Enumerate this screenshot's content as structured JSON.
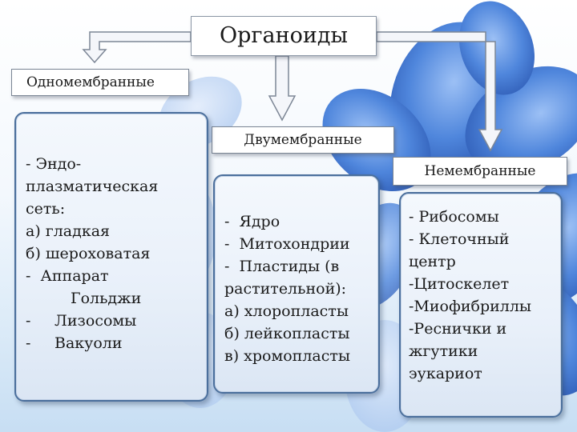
{
  "title": "Органоиды",
  "categories": {
    "single": "Одномембранные",
    "double": "Двумембранные",
    "none": "Немембранные"
  },
  "single_items": [
    "- Эндо-",
    "плазматическая",
    "сеть:",
    "а) гладкая",
    "б) шероховатая",
    "-  Аппарат",
    "Гольджи",
    "-",
    "Лизосомы",
    "-",
    "Вакуоли"
  ],
  "double_items": [
    "-  Ядро",
    "-  Митохондрии",
    "-  Пластиды (в",
    "растительной):",
    "а) хлоропласты",
    "б) лейкопласты",
    "в) хромопласты"
  ],
  "none_items": [
    "- Рибосомы",
    "- Клеточный",
    "центр",
    "-Цитоскелет",
    "-Миофибриллы",
    "-Реснички и",
    "жгутики",
    "эукариот"
  ],
  "colors": {
    "petal": "#5b8fe0",
    "petal_dark": "#2f5fbf",
    "panel_border": "#4b6f9c",
    "arrow_fill": "#f4f6fa",
    "arrow_stroke": "#7d8796"
  }
}
